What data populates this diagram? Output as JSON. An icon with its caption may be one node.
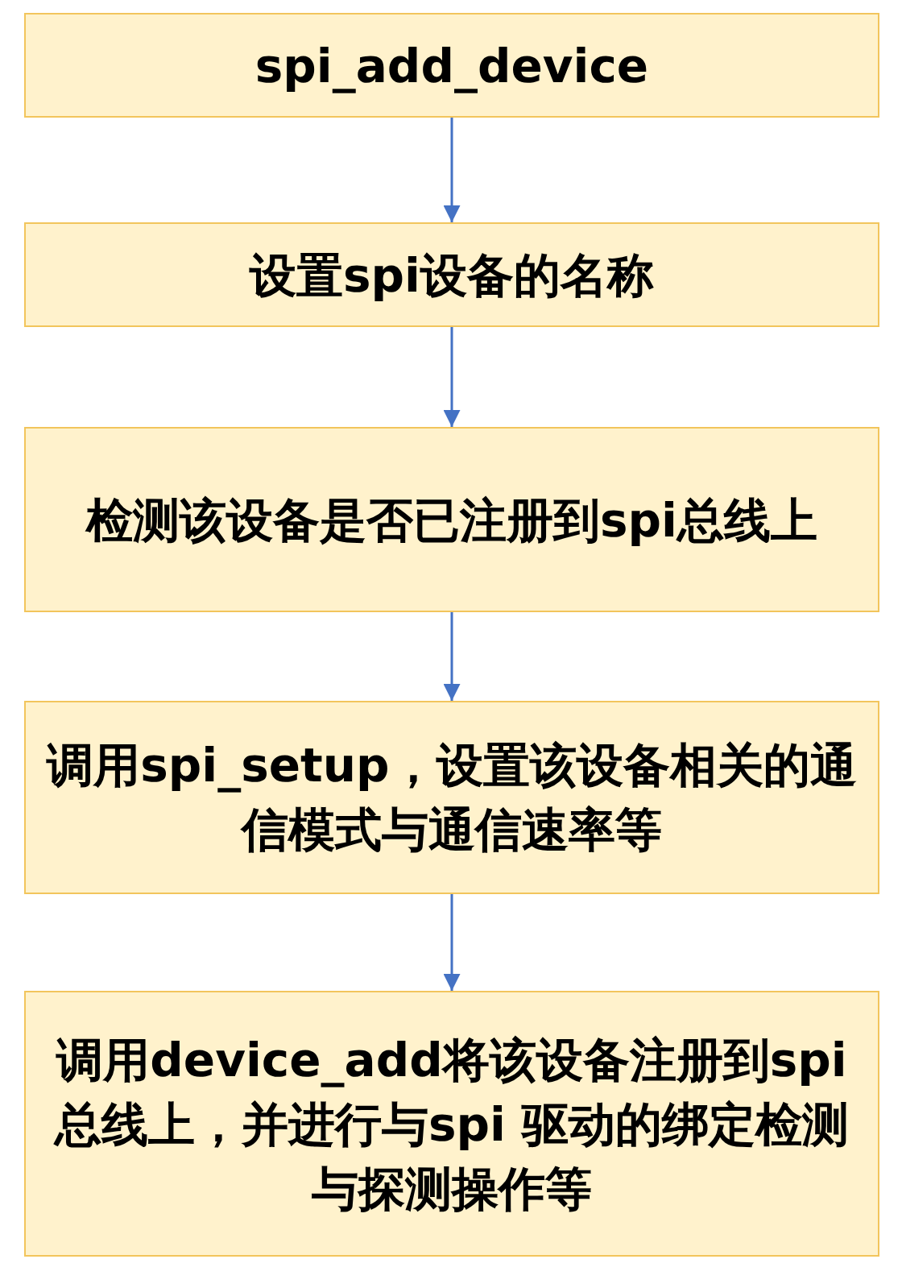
{
  "diagram": {
    "nodes": [
      {
        "text": [
          "spi_add_device"
        ]
      },
      {
        "text": [
          "设置spi设备的名称"
        ]
      },
      {
        "text": [
          "检测该设备是否已注册到spi总线上"
        ]
      },
      {
        "text": [
          "调用spi_setup，设置该设备相关的通信模式与通信速率等"
        ]
      },
      {
        "text": [
          "调用device_add将该设备注册到spi总线上，并进行与spi 驱动的绑定检测与探测操作等"
        ]
      }
    ],
    "edges": [
      {
        "from": 0,
        "to": 1,
        "arrow": "to"
      },
      {
        "from": 1,
        "to": 2,
        "arrow": "to"
      },
      {
        "from": 2,
        "to": 3,
        "arrow": "to"
      },
      {
        "from": 3,
        "to": 4,
        "arrow": "to"
      }
    ]
  }
}
